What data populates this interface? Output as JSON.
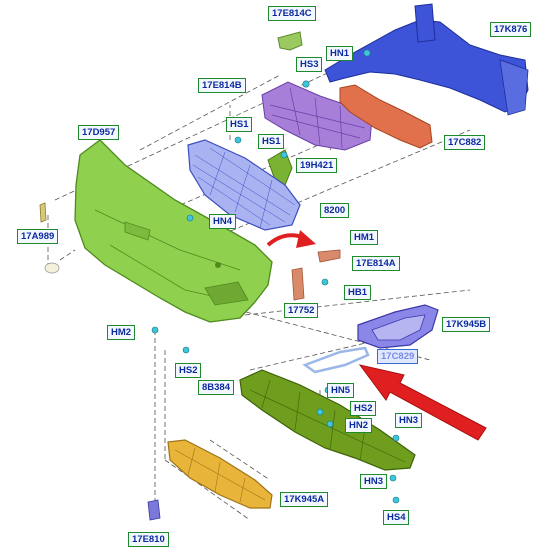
{
  "diagram": {
    "callouts": {
      "c17E814C": "17E814C",
      "c17K876": "17K876",
      "cHN1": "HN1",
      "cHS3": "HS3",
      "c17E814B": "17E814B",
      "cHS1a": "HS1",
      "c17D957": "17D957",
      "cHS1b": "HS1",
      "c17C882": "17C882",
      "c19H421": "19H421",
      "c8200": "8200",
      "c17A989": "17A989",
      "cHN4": "HN4",
      "cHM1": "HM1",
      "c17E814A": "17E814A",
      "cHB1": "HB1",
      "c17752": "17752",
      "c17K945B": "17K945B",
      "cHM2": "HM2",
      "c17C829": "17C829",
      "cHS2a": "HS2",
      "c8B384": "8B384",
      "cHN5": "HN5",
      "cHS2b": "HS2",
      "cHN3a": "HN3",
      "cHN2": "HN2",
      "cHN3b": "HN3",
      "c17K945A": "17K945A",
      "cHS4": "HS4",
      "c17E810": "17E810"
    },
    "part_colors": {
      "bumper_cover": "#8fd14f",
      "lower_grille": "#a9b3f2",
      "reinforcement": "#3d53d8",
      "upper_grille_frame": "#a77fd9",
      "absorber": "#e0714c",
      "deflector": "#6f9e1e",
      "lower_shield": "#e8b43a",
      "fog_bezel": "#8b87e8",
      "arrow_red": "#e02020",
      "callout_border": "#1f8a2c",
      "callout_text": "#0b2a9e"
    }
  }
}
